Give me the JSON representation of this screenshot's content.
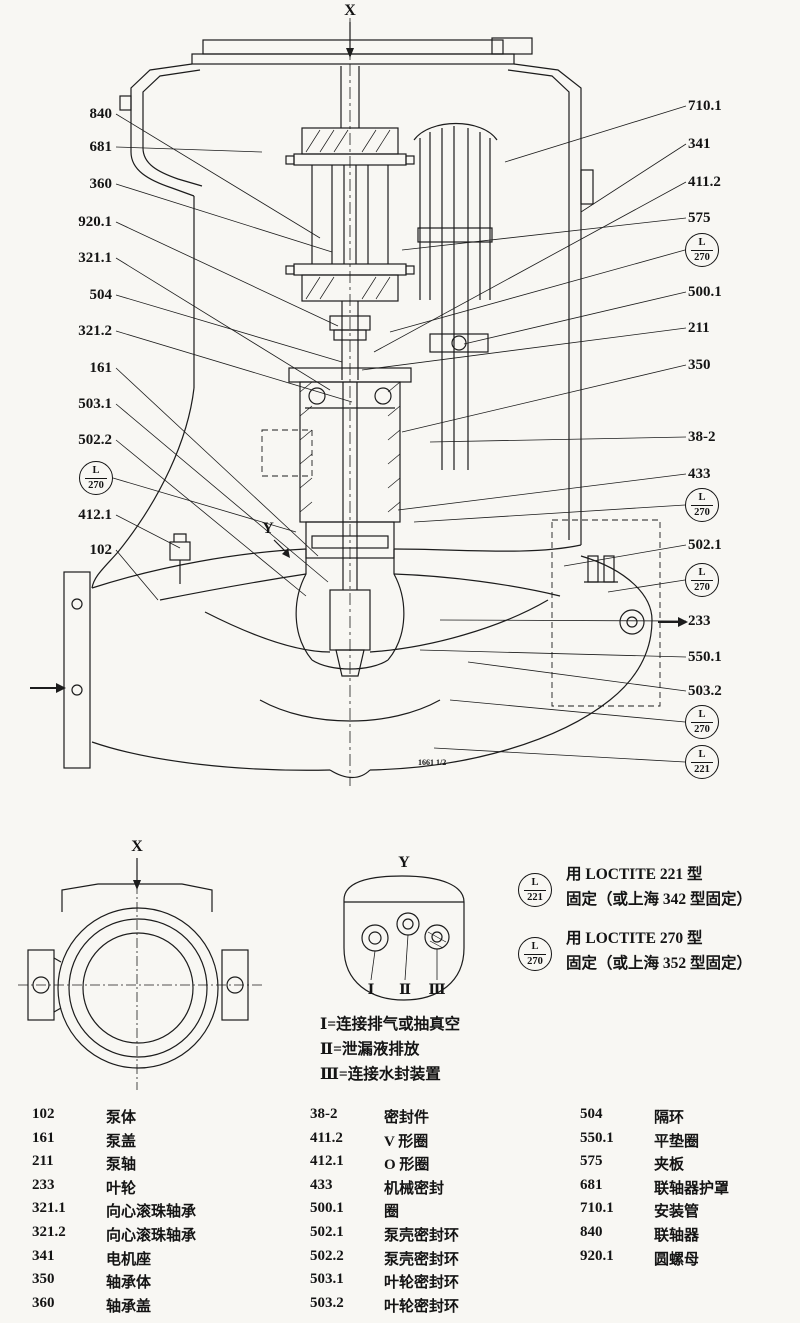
{
  "drawing": {
    "axes": {
      "top": "X",
      "section_view": "Y",
      "plan_view": "X",
      "port_view": "Y"
    },
    "stamp": "1661 1/2"
  },
  "callouts": {
    "left": [
      "840",
      "681",
      "360",
      "920.1",
      "321.1",
      "504",
      "321.2",
      "161",
      "503.1",
      "502.2",
      "412.1",
      "102"
    ],
    "right": [
      "710.1",
      "341",
      "411.2",
      "575",
      "500.1",
      "211",
      "350",
      "38-2",
      "433",
      "502.1",
      "233",
      "550.1",
      "503.2"
    ]
  },
  "adhesive": {
    "l221": {
      "letter": "L",
      "number": "221"
    },
    "l270": {
      "letter": "L",
      "number": "270"
    },
    "notes": [
      {
        "line1": "用 LOCTITE 221 型",
        "line2": "固定（或上海 342 型固定）"
      },
      {
        "line1": "用 LOCTITE 270 型",
        "line2": "固定（或上海 352 型固定）"
      }
    ]
  },
  "ports": {
    "labels": [
      "Ⅰ",
      "Ⅱ",
      "Ⅲ"
    ],
    "legend": [
      "Ⅰ=连接排气或抽真空",
      "Ⅱ=泄漏液排放",
      "Ⅲ=连接水封装置"
    ]
  },
  "parts": {
    "col1": [
      {
        "no": "102",
        "name": "泵体"
      },
      {
        "no": "161",
        "name": "泵盖"
      },
      {
        "no": "211",
        "name": "泵轴"
      },
      {
        "no": "233",
        "name": "叶轮"
      },
      {
        "no": "321.1",
        "name": "向心滚珠轴承"
      },
      {
        "no": "321.2",
        "name": "向心滚珠轴承"
      },
      {
        "no": "341",
        "name": "电机座"
      },
      {
        "no": "350",
        "name": "轴承体"
      },
      {
        "no": "360",
        "name": "轴承盖"
      }
    ],
    "col2": [
      {
        "no": "38-2",
        "name": "密封件"
      },
      {
        "no": "411.2",
        "name": "V 形圈"
      },
      {
        "no": "412.1",
        "name": "O 形圈"
      },
      {
        "no": "433",
        "name": "机械密封"
      },
      {
        "no": "500.1",
        "name": "圈"
      },
      {
        "no": "502.1",
        "name": "泵壳密封环"
      },
      {
        "no": "502.2",
        "name": "泵壳密封环"
      },
      {
        "no": "503.1",
        "name": "叶轮密封环"
      },
      {
        "no": "503.2",
        "name": "叶轮密封环"
      }
    ],
    "col3": [
      {
        "no": "504",
        "name": "隔环"
      },
      {
        "no": "550.1",
        "name": "平垫圈"
      },
      {
        "no": "575",
        "name": "夹板"
      },
      {
        "no": "681",
        "name": "联轴器护罩"
      },
      {
        "no": "710.1",
        "name": "安装管"
      },
      {
        "no": "840",
        "name": "联轴器"
      },
      {
        "no": "920.1",
        "name": "圆螺母"
      }
    ]
  }
}
